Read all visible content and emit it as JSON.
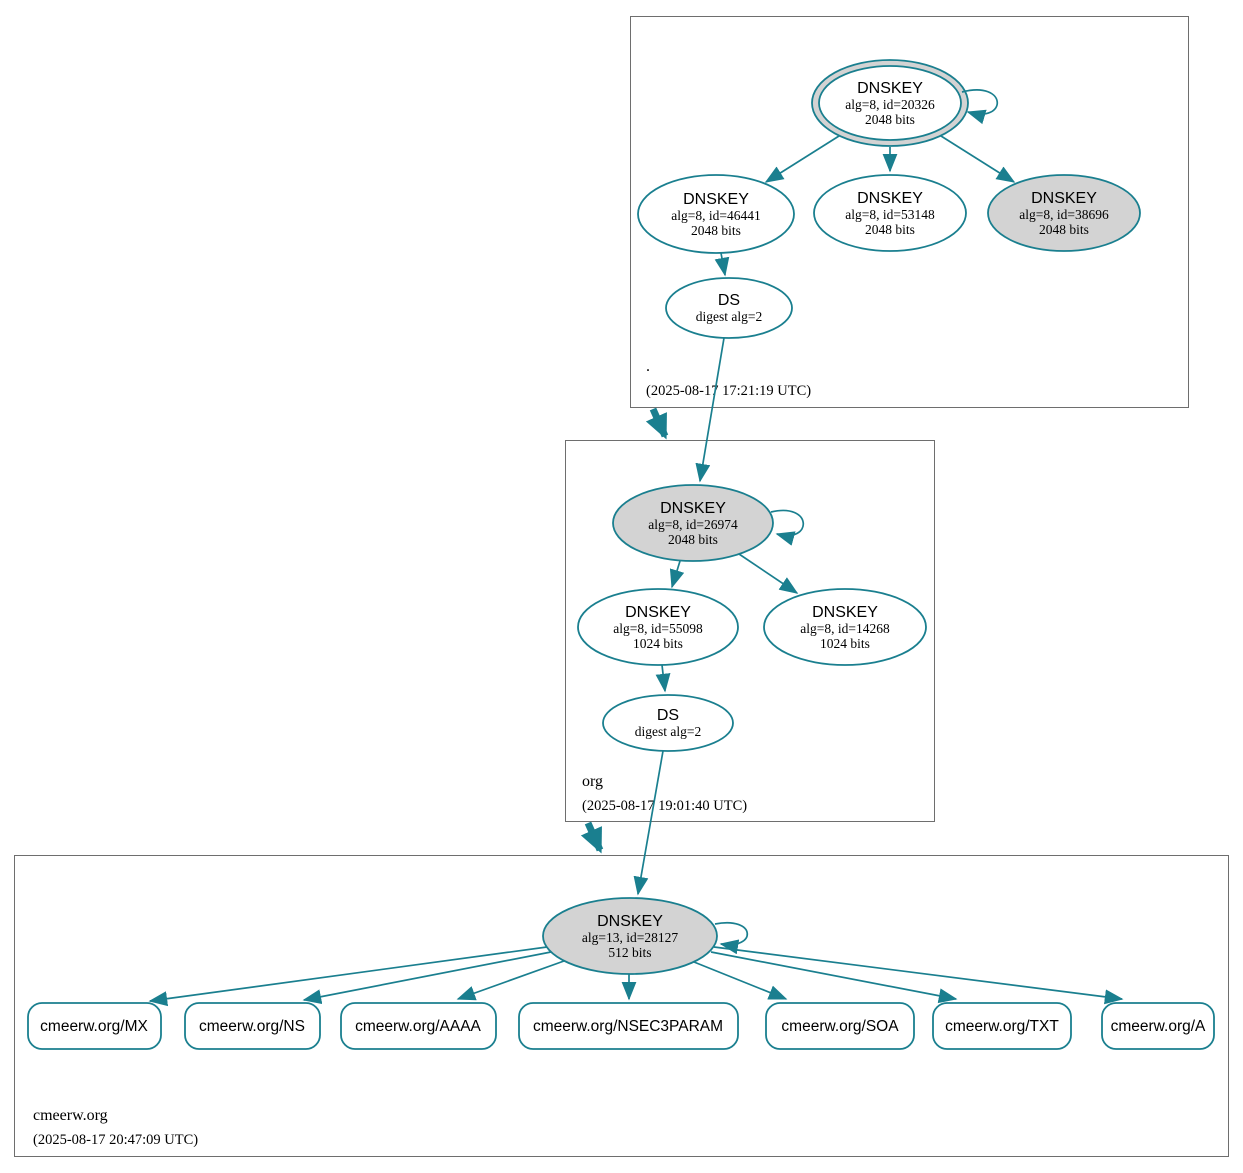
{
  "diagram": {
    "type": "dnssec-authentication-chain",
    "colors": {
      "edge": "#1a7f8f",
      "ksk_fill": "#d3d3d3",
      "node_fill": "#ffffff",
      "zone_box_border": "#6e6e6e"
    },
    "zones": {
      "root": {
        "name": ".",
        "timestamp": "(2025-08-17 17:21:19 UTC)",
        "ksk": {
          "type": "DNSKEY",
          "detail1": "alg=8, id=20326",
          "detail2": "2048 bits"
        },
        "zsk1": {
          "type": "DNSKEY",
          "detail1": "alg=8, id=46441",
          "detail2": "2048 bits"
        },
        "zsk2": {
          "type": "DNSKEY",
          "detail1": "alg=8, id=53148",
          "detail2": "2048 bits"
        },
        "ksk2": {
          "type": "DNSKEY",
          "detail1": "alg=8, id=38696",
          "detail2": "2048 bits"
        },
        "ds": {
          "type": "DS",
          "detail1": "digest alg=2"
        }
      },
      "org": {
        "name": "org",
        "timestamp": "(2025-08-17 19:01:40 UTC)",
        "ksk": {
          "type": "DNSKEY",
          "detail1": "alg=8, id=26974",
          "detail2": "2048 bits"
        },
        "zsk1": {
          "type": "DNSKEY",
          "detail1": "alg=8, id=55098",
          "detail2": "1024 bits"
        },
        "zsk2": {
          "type": "DNSKEY",
          "detail1": "alg=8, id=14268",
          "detail2": "1024 bits"
        },
        "ds": {
          "type": "DS",
          "detail1": "digest alg=2"
        }
      },
      "cmeerw": {
        "name": "cmeerw.org",
        "timestamp": "(2025-08-17 20:47:09 UTC)",
        "ksk": {
          "type": "DNSKEY",
          "detail1": "alg=13, id=28127",
          "detail2": "512 bits"
        },
        "rrsets": [
          "cmeerw.org/MX",
          "cmeerw.org/NS",
          "cmeerw.org/AAAA",
          "cmeerw.org/NSEC3PARAM",
          "cmeerw.org/SOA",
          "cmeerw.org/TXT",
          "cmeerw.org/A"
        ]
      }
    }
  }
}
